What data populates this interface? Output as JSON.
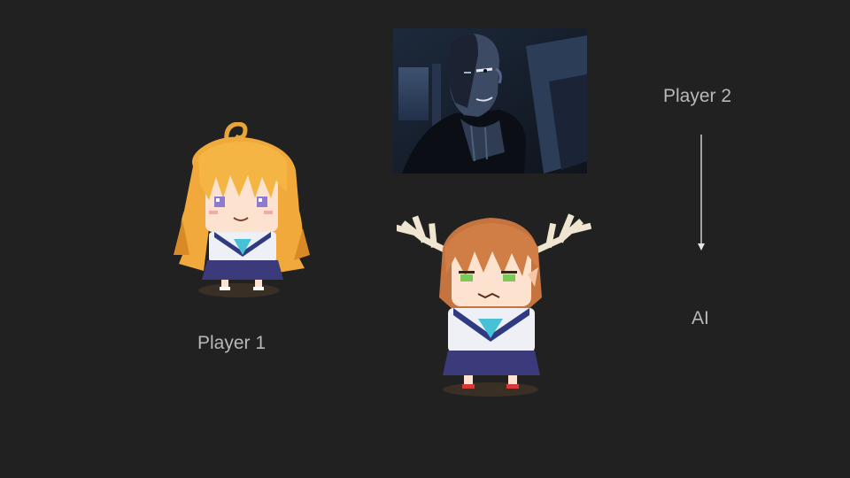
{
  "labels": {
    "player1": "Player 1",
    "player2": "Player 2",
    "ai": "AI"
  },
  "images": {
    "player1_sprite": "blonde-schoolgirl-sprite",
    "player2_picture": "dark-figure-portrait",
    "ai_sprite": "antlered-schoolgirl-sprite"
  },
  "arrow": {
    "from": "Player 2",
    "to": "AI",
    "direction": "down"
  },
  "colors": {
    "background": "#212121",
    "text": "#b8b8b8"
  }
}
